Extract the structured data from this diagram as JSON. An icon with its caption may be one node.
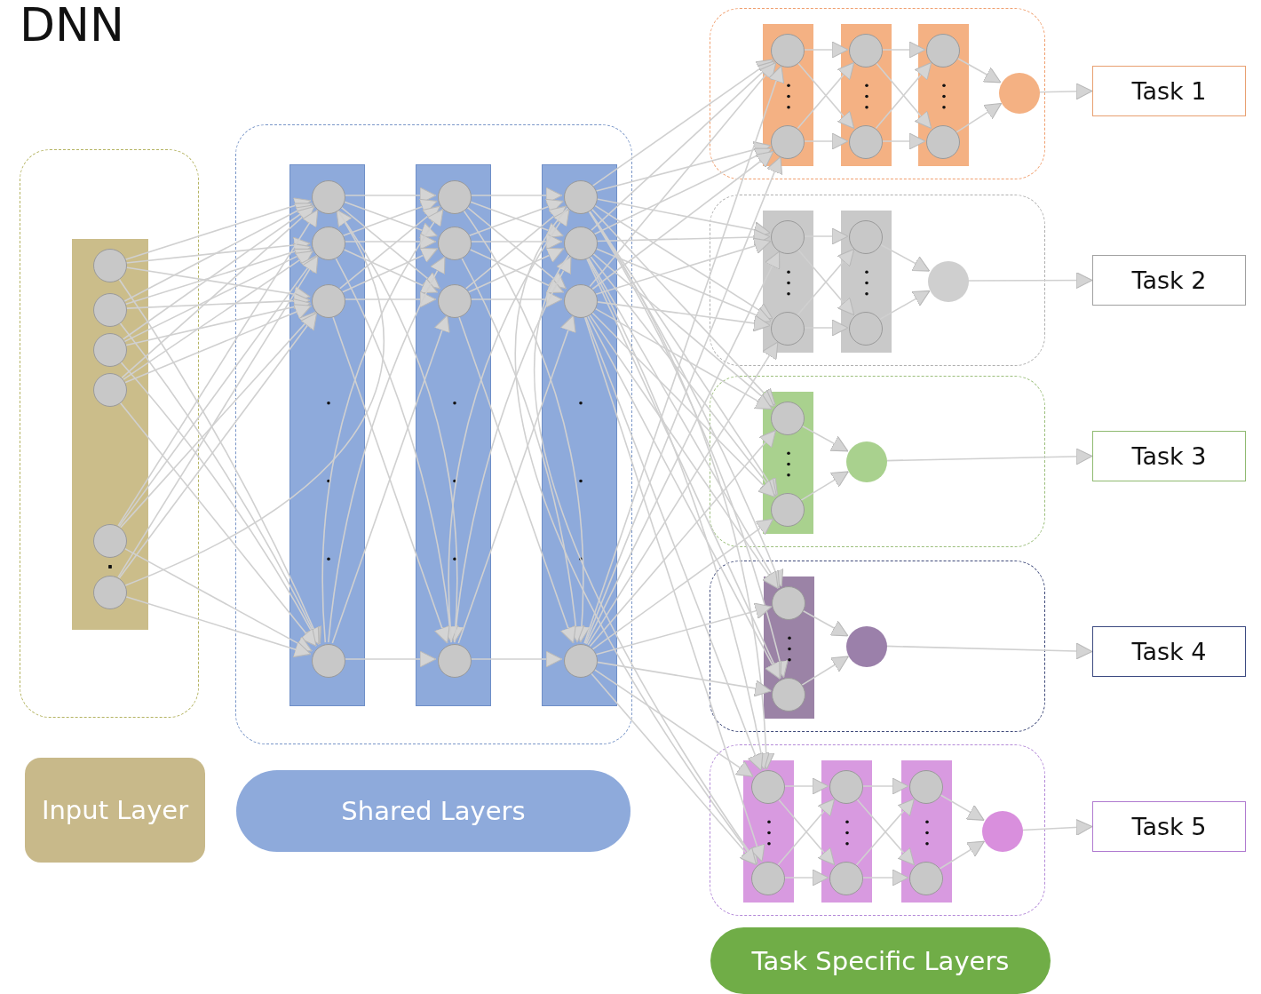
{
  "diagram": {
    "title": "DNN",
    "nodes": [
      {
        "text": [],
        "shape": "box"
      },
      {
        "text": [],
        "shape": "bar",
        "in": 0
      },
      {
        "text": [],
        "shape": "circle",
        "in": 1
      },
      {
        "text": [],
        "shape": "circle",
        "in": 1
      },
      {
        "text": [],
        "shape": "circle",
        "in": 1
      },
      {
        "text": [],
        "shape": "circle",
        "in": 1
      },
      {
        "text": [],
        "shape": "circle",
        "in": 1
      },
      {
        "text": [],
        "shape": "circle",
        "in": 1
      },
      {
        "text": [],
        "shape": "box"
      },
      {
        "text": [],
        "shape": "bar",
        "in": 8
      },
      {
        "text": [],
        "shape": "circle",
        "in": 9
      },
      {
        "text": [],
        "shape": "circle",
        "in": 9
      },
      {
        "text": [],
        "shape": "circle",
        "in": 9
      },
      {
        "text": [],
        "shape": "circle",
        "in": 9
      },
      {
        "text": [],
        "shape": "bar",
        "in": 8
      },
      {
        "text": [],
        "shape": "circle",
        "in": 14
      },
      {
        "text": [],
        "shape": "circle",
        "in": 14
      },
      {
        "text": [],
        "shape": "circle",
        "in": 14
      },
      {
        "text": [],
        "shape": "circle",
        "in": 14
      },
      {
        "text": [],
        "shape": "bar",
        "in": 8
      },
      {
        "text": [],
        "shape": "circle",
        "in": 19
      },
      {
        "text": [],
        "shape": "circle",
        "in": 19
      },
      {
        "text": [],
        "shape": "circle",
        "in": 19
      },
      {
        "text": [],
        "shape": "circle",
        "in": 19
      },
      {
        "text": [],
        "shape": "box"
      },
      {
        "text": [],
        "shape": "bar",
        "in": 24
      },
      {
        "text": [],
        "shape": "circle",
        "in": 25
      },
      {
        "text": [],
        "shape": "circle",
        "in": 25
      },
      {
        "text": [],
        "shape": "bar",
        "in": 24
      },
      {
        "text": [],
        "shape": "circle",
        "in": 28
      },
      {
        "text": [],
        "shape": "circle",
        "in": 28
      },
      {
        "text": [],
        "shape": "bar",
        "in": 24
      },
      {
        "text": [],
        "shape": "circle",
        "in": 31
      },
      {
        "text": [],
        "shape": "circle",
        "in": 31
      },
      {
        "text": [],
        "shape": "circle",
        "in": 24
      },
      {
        "text": [],
        "shape": "box"
      },
      {
        "text": [],
        "shape": "bar",
        "in": 35
      },
      {
        "text": [],
        "shape": "circle",
        "in": 36
      },
      {
        "text": [],
        "shape": "circle",
        "in": 36
      },
      {
        "text": [],
        "shape": "bar",
        "in": 35
      },
      {
        "text": [],
        "shape": "circle",
        "in": 39
      },
      {
        "text": [],
        "shape": "circle",
        "in": 39
      },
      {
        "text": [],
        "shape": "circle",
        "in": 35
      },
      {
        "text": [],
        "shape": "box"
      },
      {
        "text": [],
        "shape": "bar",
        "in": 43
      },
      {
        "text": [],
        "shape": "circle",
        "in": 44
      },
      {
        "text": [],
        "shape": "circle",
        "in": 44
      },
      {
        "text": [],
        "shape": "circle",
        "in": 43
      },
      {
        "text": [],
        "shape": "box"
      },
      {
        "text": [],
        "shape": "bar",
        "in": 48
      },
      {
        "text": [],
        "shape": "circle",
        "in": 49
      },
      {
        "text": [],
        "shape": "circle",
        "in": 49
      },
      {
        "text": [],
        "shape": "circle",
        "in": 48
      },
      {
        "text": [],
        "shape": "box"
      },
      {
        "text": [],
        "shape": "bar",
        "in": 53
      },
      {
        "text": [],
        "shape": "circle",
        "in": 54
      },
      {
        "text": [],
        "shape": "circle",
        "in": 54
      },
      {
        "text": [],
        "shape": "bar",
        "in": 53
      },
      {
        "text": [],
        "shape": "circle",
        "in": 57
      },
      {
        "text": [],
        "shape": "circle",
        "in": 57
      },
      {
        "text": [],
        "shape": "bar",
        "in": 53
      },
      {
        "text": [],
        "shape": "circle",
        "in": 60
      },
      {
        "text": [],
        "shape": "circle",
        "in": 60
      },
      {
        "text": [],
        "shape": "circle",
        "in": 53
      },
      {
        "text": [
          "Task 1"
        ]
      },
      {
        "text": [
          "Task 2"
        ]
      },
      {
        "text": [
          "Task 3"
        ]
      },
      {
        "text": [
          "Task 4"
        ]
      },
      {
        "text": [
          "Task 5"
        ]
      },
      {
        "text": [
          "Input Layer"
        ]
      },
      {
        "text": [
          "Shared Layers"
        ]
      },
      {
        "text": [
          "Task Specific Layers"
        ]
      }
    ],
    "edges": [
      {
        "from": 2,
        "to": 10,
        "arrow": "to"
      },
      {
        "from": 2,
        "to": 11,
        "arrow": "to"
      },
      {
        "from": 2,
        "to": 12,
        "arrow": "to"
      },
      {
        "from": 2,
        "to": 13,
        "arrow": "to"
      },
      {
        "from": 3,
        "to": 10,
        "arrow": "to"
      },
      {
        "from": 3,
        "to": 11,
        "arrow": "to"
      },
      {
        "from": 3,
        "to": 12,
        "arrow": "to"
      },
      {
        "from": 3,
        "to": 13,
        "arrow": "to"
      },
      {
        "from": 4,
        "to": 10,
        "arrow": "to"
      },
      {
        "from": 4,
        "to": 11,
        "arrow": "to"
      },
      {
        "from": 4,
        "to": 12,
        "arrow": "to"
      },
      {
        "from": 4,
        "to": 13,
        "arrow": "to"
      },
      {
        "from": 5,
        "to": 10,
        "arrow": "to"
      },
      {
        "from": 5,
        "to": 11,
        "arrow": "to"
      },
      {
        "from": 5,
        "to": 12,
        "arrow": "to"
      },
      {
        "from": 5,
        "to": 13,
        "arrow": "to"
      },
      {
        "from": 6,
        "to": 10,
        "arrow": "to"
      },
      {
        "from": 6,
        "to": 11,
        "arrow": "to"
      },
      {
        "from": 6,
        "to": 12,
        "arrow": "to"
      },
      {
        "from": 6,
        "to": 13,
        "arrow": "to"
      },
      {
        "from": 7,
        "to": 10,
        "arrow": "to"
      },
      {
        "from": 7,
        "to": 11,
        "arrow": "to"
      },
      {
        "from": 7,
        "to": 12,
        "arrow": "to"
      },
      {
        "from": 7,
        "to": 13,
        "arrow": "to"
      },
      {
        "from": 10,
        "to": 15,
        "arrow": "to"
      },
      {
        "from": 10,
        "to": 16,
        "arrow": "to"
      },
      {
        "from": 10,
        "to": 17,
        "arrow": "to"
      },
      {
        "from": 10,
        "to": 18,
        "arrow": "to"
      },
      {
        "from": 11,
        "to": 15,
        "arrow": "to"
      },
      {
        "from": 11,
        "to": 16,
        "arrow": "to"
      },
      {
        "from": 11,
        "to": 17,
        "arrow": "to"
      },
      {
        "from": 11,
        "to": 18,
        "arrow": "to"
      },
      {
        "from": 12,
        "to": 15,
        "arrow": "to"
      },
      {
        "from": 12,
        "to": 16,
        "arrow": "to"
      },
      {
        "from": 12,
        "to": 17,
        "arrow": "to"
      },
      {
        "from": 12,
        "to": 18,
        "arrow": "to"
      },
      {
        "from": 13,
        "to": 15,
        "arrow": "to"
      },
      {
        "from": 13,
        "to": 16,
        "arrow": "to"
      },
      {
        "from": 13,
        "to": 17,
        "arrow": "to"
      },
      {
        "from": 13,
        "to": 18,
        "arrow": "to"
      },
      {
        "from": 15,
        "to": 20,
        "arrow": "to"
      },
      {
        "from": 15,
        "to": 21,
        "arrow": "to"
      },
      {
        "from": 15,
        "to": 22,
        "arrow": "to"
      },
      {
        "from": 15,
        "to": 23,
        "arrow": "to"
      },
      {
        "from": 16,
        "to": 20,
        "arrow": "to"
      },
      {
        "from": 16,
        "to": 21,
        "arrow": "to"
      },
      {
        "from": 16,
        "to": 22,
        "arrow": "to"
      },
      {
        "from": 16,
        "to": 23,
        "arrow": "to"
      },
      {
        "from": 17,
        "to": 20,
        "arrow": "to"
      },
      {
        "from": 17,
        "to": 21,
        "arrow": "to"
      },
      {
        "from": 17,
        "to": 22,
        "arrow": "to"
      },
      {
        "from": 17,
        "to": 23,
        "arrow": "to"
      },
      {
        "from": 18,
        "to": 20,
        "arrow": "to"
      },
      {
        "from": 18,
        "to": 21,
        "arrow": "to"
      },
      {
        "from": 18,
        "to": 22,
        "arrow": "to"
      },
      {
        "from": 18,
        "to": 23,
        "arrow": "to"
      },
      {
        "from": 20,
        "to": 26,
        "arrow": "to"
      },
      {
        "from": 20,
        "to": 27,
        "arrow": "to"
      },
      {
        "from": 20,
        "to": 37,
        "arrow": "to"
      },
      {
        "from": 20,
        "to": 38,
        "arrow": "to"
      },
      {
        "from": 20,
        "to": 45,
        "arrow": "to"
      },
      {
        "from": 20,
        "to": 46,
        "arrow": "to"
      },
      {
        "from": 20,
        "to": 50,
        "arrow": "to"
      },
      {
        "from": 20,
        "to": 51,
        "arrow": "to"
      },
      {
        "from": 20,
        "to": 55,
        "arrow": "to"
      },
      {
        "from": 20,
        "to": 56,
        "arrow": "to"
      },
      {
        "from": 21,
        "to": 26,
        "arrow": "to"
      },
      {
        "from": 21,
        "to": 27,
        "arrow": "to"
      },
      {
        "from": 21,
        "to": 37,
        "arrow": "to"
      },
      {
        "from": 21,
        "to": 38,
        "arrow": "to"
      },
      {
        "from": 21,
        "to": 45,
        "arrow": "to"
      },
      {
        "from": 21,
        "to": 46,
        "arrow": "to"
      },
      {
        "from": 21,
        "to": 50,
        "arrow": "to"
      },
      {
        "from": 21,
        "to": 51,
        "arrow": "to"
      },
      {
        "from": 21,
        "to": 55,
        "arrow": "to"
      },
      {
        "from": 21,
        "to": 56,
        "arrow": "to"
      },
      {
        "from": 22,
        "to": 26,
        "arrow": "to"
      },
      {
        "from": 22,
        "to": 27,
        "arrow": "to"
      },
      {
        "from": 22,
        "to": 37,
        "arrow": "to"
      },
      {
        "from": 22,
        "to": 38,
        "arrow": "to"
      },
      {
        "from": 22,
        "to": 45,
        "arrow": "to"
      },
      {
        "from": 22,
        "to": 46,
        "arrow": "to"
      },
      {
        "from": 22,
        "to": 50,
        "arrow": "to"
      },
      {
        "from": 22,
        "to": 51,
        "arrow": "to"
      },
      {
        "from": 22,
        "to": 55,
        "arrow": "to"
      },
      {
        "from": 22,
        "to": 56,
        "arrow": "to"
      },
      {
        "from": 23,
        "to": 26,
        "arrow": "to"
      },
      {
        "from": 23,
        "to": 27,
        "arrow": "to"
      },
      {
        "from": 23,
        "to": 37,
        "arrow": "to"
      },
      {
        "from": 23,
        "to": 38,
        "arrow": "to"
      },
      {
        "from": 23,
        "to": 45,
        "arrow": "to"
      },
      {
        "from": 23,
        "to": 46,
        "arrow": "to"
      },
      {
        "from": 23,
        "to": 50,
        "arrow": "to"
      },
      {
        "from": 23,
        "to": 51,
        "arrow": "to"
      },
      {
        "from": 23,
        "to": 55,
        "arrow": "to"
      },
      {
        "from": 23,
        "to": 56,
        "arrow": "to"
      },
      {
        "from": 26,
        "to": 29,
        "arrow": "to"
      },
      {
        "from": 26,
        "to": 30,
        "arrow": "to"
      },
      {
        "from": 27,
        "to": 29,
        "arrow": "to"
      },
      {
        "from": 27,
        "to": 30,
        "arrow": "to"
      },
      {
        "from": 29,
        "to": 32,
        "arrow": "to"
      },
      {
        "from": 29,
        "to": 33,
        "arrow": "to"
      },
      {
        "from": 30,
        "to": 32,
        "arrow": "to"
      },
      {
        "from": 30,
        "to": 33,
        "arrow": "to"
      },
      {
        "from": 32,
        "to": 34,
        "arrow": "to"
      },
      {
        "from": 33,
        "to": 34,
        "arrow": "to"
      },
      {
        "from": 34,
        "to": 64,
        "arrow": "to"
      },
      {
        "from": 37,
        "to": 40,
        "arrow": "to"
      },
      {
        "from": 37,
        "to": 41,
        "arrow": "to"
      },
      {
        "from": 38,
        "to": 40,
        "arrow": "to"
      },
      {
        "from": 38,
        "to": 41,
        "arrow": "to"
      },
      {
        "from": 40,
        "to": 42,
        "arrow": "to"
      },
      {
        "from": 41,
        "to": 42,
        "arrow": "to"
      },
      {
        "from": 42,
        "to": 65,
        "arrow": "to"
      },
      {
        "from": 45,
        "to": 47,
        "arrow": "to"
      },
      {
        "from": 46,
        "to": 47,
        "arrow": "to"
      },
      {
        "from": 47,
        "to": 66,
        "arrow": "to"
      },
      {
        "from": 50,
        "to": 52,
        "arrow": "to"
      },
      {
        "from": 51,
        "to": 52,
        "arrow": "to"
      },
      {
        "from": 52,
        "to": 67,
        "arrow": "to"
      },
      {
        "from": 55,
        "to": 58,
        "arrow": "to"
      },
      {
        "from": 55,
        "to": 59,
        "arrow": "to"
      },
      {
        "from": 56,
        "to": 58,
        "arrow": "to"
      },
      {
        "from": 56,
        "to": 59,
        "arrow": "to"
      },
      {
        "from": 58,
        "to": 61,
        "arrow": "to"
      },
      {
        "from": 58,
        "to": 62,
        "arrow": "to"
      },
      {
        "from": 59,
        "to": 61,
        "arrow": "to"
      },
      {
        "from": 59,
        "to": 62,
        "arrow": "to"
      },
      {
        "from": 61,
        "to": 63,
        "arrow": "to"
      },
      {
        "from": 62,
        "to": 63,
        "arrow": "to"
      },
      {
        "from": 63,
        "to": 68,
        "arrow": "to"
      }
    ]
  }
}
